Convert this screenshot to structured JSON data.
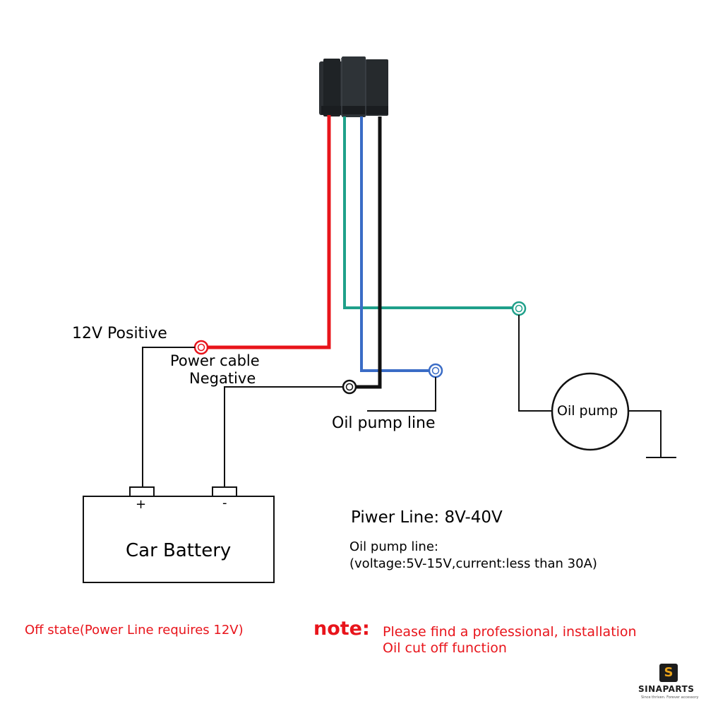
{
  "labels": {
    "positive": "12V Positive",
    "power_cable": "Power cable",
    "negative": "Negative",
    "oil_pump_line": "Oil pump line",
    "oil_pump": "Oil pump",
    "battery": "Car Battery",
    "battery_plus": "+",
    "battery_minus": "-"
  },
  "specs": {
    "power_line": "Piwer Line:  8V-40V",
    "oil_pump_title": "Oil pump line:",
    "oil_pump_detail": "(voltage:5V-15V,current:less than 30A)"
  },
  "footer": {
    "off_state": "Off state(Power Line requires 12V)",
    "note_label": "note:",
    "note_line1": "Please find a professional,  installation",
    "note_line2": "Oil cut off function"
  },
  "logo": {
    "brand": "SINAPARTS",
    "tagline": "Since thriven. Forever accessory",
    "icon": "s-badge-icon"
  },
  "colors": {
    "positive_wire": "#e8141b",
    "green_wire": "#1fa08a",
    "blue_wire": "#3a6cc6",
    "negative_wire": "#111111",
    "accent_text": "#e8141b",
    "logo_gold": "#e8a21a"
  }
}
